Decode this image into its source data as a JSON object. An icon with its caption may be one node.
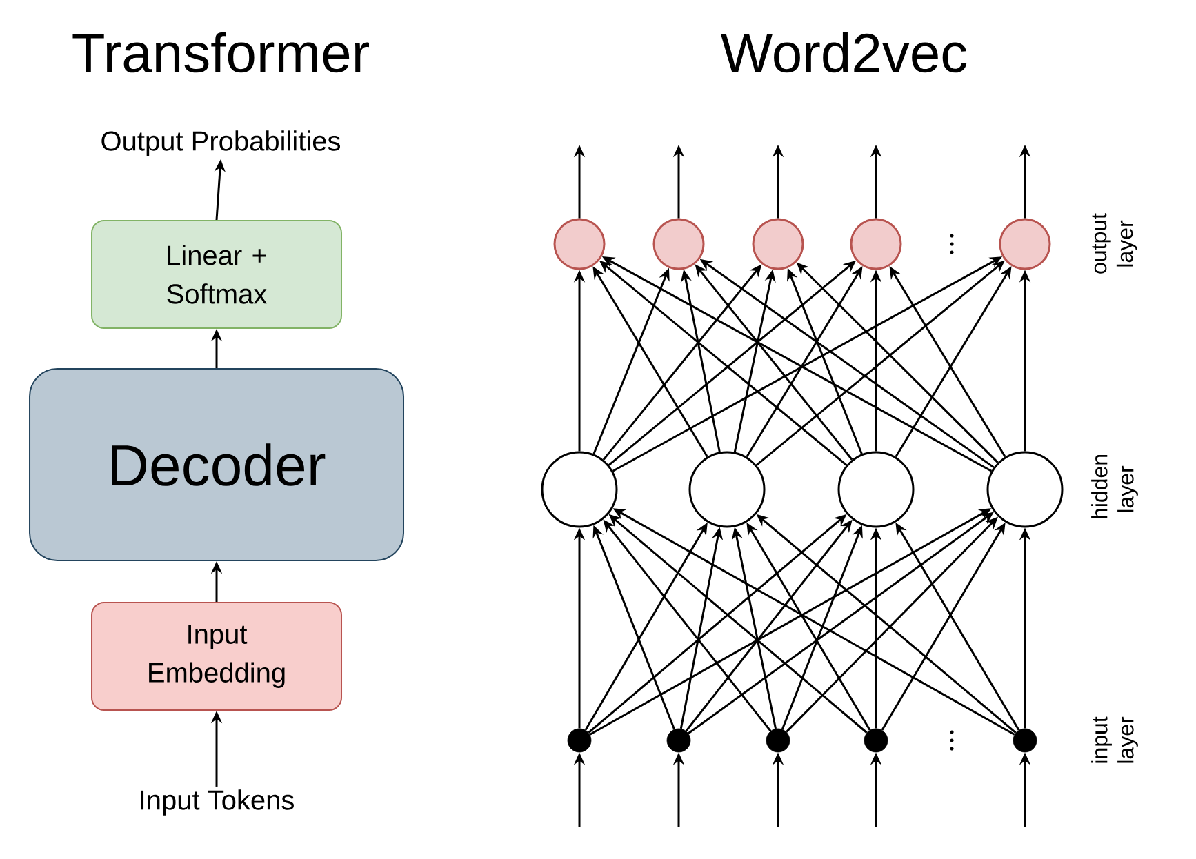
{
  "diagram": {
    "nodes": [
      {
        "text": [
          "Output Probabilities"
        ]
      },
      {
        "text": [
          "Linear + Softmax"
        ]
      },
      {
        "text": [
          "Decoder"
        ]
      },
      {
        "text": [
          "Input Embedding"
        ]
      },
      {
        "text": [
          "Input Tokens"
        ]
      },
      {
        "text": [],
        "shape": "circle"
      },
      {
        "text": [],
        "shape": "circle"
      },
      {
        "text": [],
        "shape": "circle"
      },
      {
        "text": [],
        "shape": "circle"
      },
      {
        "text": [],
        "shape": "circle"
      },
      {
        "text": [],
        "shape": "circle"
      },
      {
        "text": [],
        "shape": "circle"
      },
      {
        "text": [],
        "shape": "circle"
      },
      {
        "text": [],
        "shape": "circle"
      },
      {
        "text": [],
        "shape": "circle"
      },
      {
        "text": [],
        "shape": "circle"
      },
      {
        "text": [],
        "shape": "circle"
      },
      {
        "text": [],
        "shape": "circle"
      },
      {
        "text": [],
        "shape": "circle"
      }
    ],
    "edges": [
      {
        "from": 1,
        "to": 0,
        "arrow": "to"
      },
      {
        "from": 2,
        "to": 1,
        "arrow": "to"
      },
      {
        "from": 3,
        "to": 2,
        "arrow": "to"
      },
      {
        "from": 4,
        "to": 3,
        "arrow": "to"
      },
      {
        "from": null,
        "to": 14,
        "arrow": "to"
      },
      {
        "from": null,
        "to": 15,
        "arrow": "to"
      },
      {
        "from": null,
        "to": 16,
        "arrow": "to"
      },
      {
        "from": null,
        "to": 17,
        "arrow": "to"
      },
      {
        "from": null,
        "to": 18,
        "arrow": "to"
      },
      {
        "from": 14,
        "to": 10,
        "arrow": "to"
      },
      {
        "from": 14,
        "to": 11,
        "arrow": "to"
      },
      {
        "from": 14,
        "to": 12,
        "arrow": "to"
      },
      {
        "from": 14,
        "to": 13,
        "arrow": "to"
      },
      {
        "from": 15,
        "to": 10,
        "arrow": "to"
      },
      {
        "from": 15,
        "to": 11,
        "arrow": "to"
      },
      {
        "from": 15,
        "to": 12,
        "arrow": "to"
      },
      {
        "from": 15,
        "to": 13,
        "arrow": "to"
      },
      {
        "from": 16,
        "to": 10,
        "arrow": "to"
      },
      {
        "from": 16,
        "to": 11,
        "arrow": "to"
      },
      {
        "from": 16,
        "to": 12,
        "arrow": "to"
      },
      {
        "from": 16,
        "to": 13,
        "arrow": "to"
      },
      {
        "from": 17,
        "to": 10,
        "arrow": "to"
      },
      {
        "from": 17,
        "to": 11,
        "arrow": "to"
      },
      {
        "from": 17,
        "to": 12,
        "arrow": "to"
      },
      {
        "from": 17,
        "to": 13,
        "arrow": "to"
      },
      {
        "from": 18,
        "to": 10,
        "arrow": "to"
      },
      {
        "from": 18,
        "to": 11,
        "arrow": "to"
      },
      {
        "from": 18,
        "to": 12,
        "arrow": "to"
      },
      {
        "from": 18,
        "to": 13,
        "arrow": "to"
      },
      {
        "from": 10,
        "to": 5,
        "arrow": "to"
      },
      {
        "from": 10,
        "to": 6,
        "arrow": "to"
      },
      {
        "from": 10,
        "to": 7,
        "arrow": "to"
      },
      {
        "from": 10,
        "to": 8,
        "arrow": "to"
      },
      {
        "from": 10,
        "to": 9,
        "arrow": "to"
      },
      {
        "from": 11,
        "to": 5,
        "arrow": "to"
      },
      {
        "from": 11,
        "to": 6,
        "arrow": "to"
      },
      {
        "from": 11,
        "to": 7,
        "arrow": "to"
      },
      {
        "from": 11,
        "to": 8,
        "arrow": "to"
      },
      {
        "from": 11,
        "to": 9,
        "arrow": "to"
      },
      {
        "from": 12,
        "to": 5,
        "arrow": "to"
      },
      {
        "from": 12,
        "to": 6,
        "arrow": "to"
      },
      {
        "from": 12,
        "to": 7,
        "arrow": "to"
      },
      {
        "from": 12,
        "to": 8,
        "arrow": "to"
      },
      {
        "from": 12,
        "to": 9,
        "arrow": "to"
      },
      {
        "from": 13,
        "to": 5,
        "arrow": "to"
      },
      {
        "from": 13,
        "to": 6,
        "arrow": "to"
      },
      {
        "from": 13,
        "to": 7,
        "arrow": "to"
      },
      {
        "from": 13,
        "to": 8,
        "arrow": "to"
      },
      {
        "from": 13,
        "to": 9,
        "arrow": "to"
      },
      {
        "from": 5,
        "to": null,
        "arrow": "to"
      },
      {
        "from": 6,
        "to": null,
        "arrow": "to"
      },
      {
        "from": 7,
        "to": null,
        "arrow": "to"
      },
      {
        "from": 8,
        "to": null,
        "arrow": "to"
      },
      {
        "from": 9,
        "to": null,
        "arrow": "to"
      }
    ],
    "labels": [
      "Transformer",
      "Word2vec",
      "output layer",
      "hidden layer",
      "input layer"
    ]
  }
}
